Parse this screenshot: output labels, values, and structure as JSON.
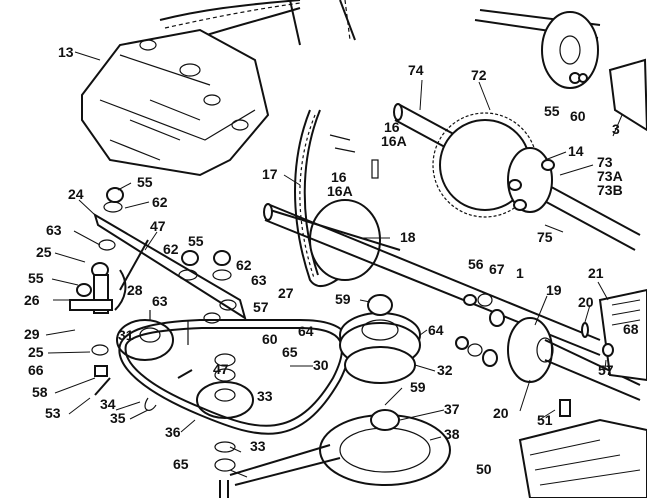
{
  "labels": {
    "l13": "13",
    "l74": "74",
    "l72": "72",
    "l55a": "55",
    "l60a": "60",
    "l3": "3",
    "l16a": "16",
    "l16Aa": "16A",
    "l14": "14",
    "l73": "73",
    "l73A": "73A",
    "l73B": "73B",
    "l17": "17",
    "l16b": "16",
    "l16Ab": "16A",
    "l18": "18",
    "l75": "75",
    "l24": "24",
    "l55b": "55",
    "l62a": "62",
    "l63a": "63",
    "l47a": "47",
    "l25a": "25",
    "l62b": "62",
    "l55c": "55",
    "l62c": "62",
    "l63b": "63",
    "l55d": "55",
    "l28": "28",
    "l27": "27",
    "l26": "26",
    "l63c": "63",
    "l57a": "57",
    "l59a": "59",
    "l56": "56",
    "l67": "67",
    "l1": "1",
    "l19": "19",
    "l21": "21",
    "l20a": "20",
    "l68": "68",
    "l29": "29",
    "l31": "31",
    "l60b": "60",
    "l64a": "64",
    "l64b": "64",
    "l25b": "25",
    "l66": "66",
    "l65a": "65",
    "l30": "30",
    "l58": "58",
    "l47b": "47",
    "l32": "32",
    "l57b": "57",
    "l53": "53",
    "l33a": "33",
    "l59b": "59",
    "l34": "34",
    "l35": "35",
    "l37": "37",
    "l20b": "20",
    "l51": "51",
    "l36": "36",
    "l38": "38",
    "l33b": "33",
    "l65b": "65",
    "l50": "50"
  }
}
